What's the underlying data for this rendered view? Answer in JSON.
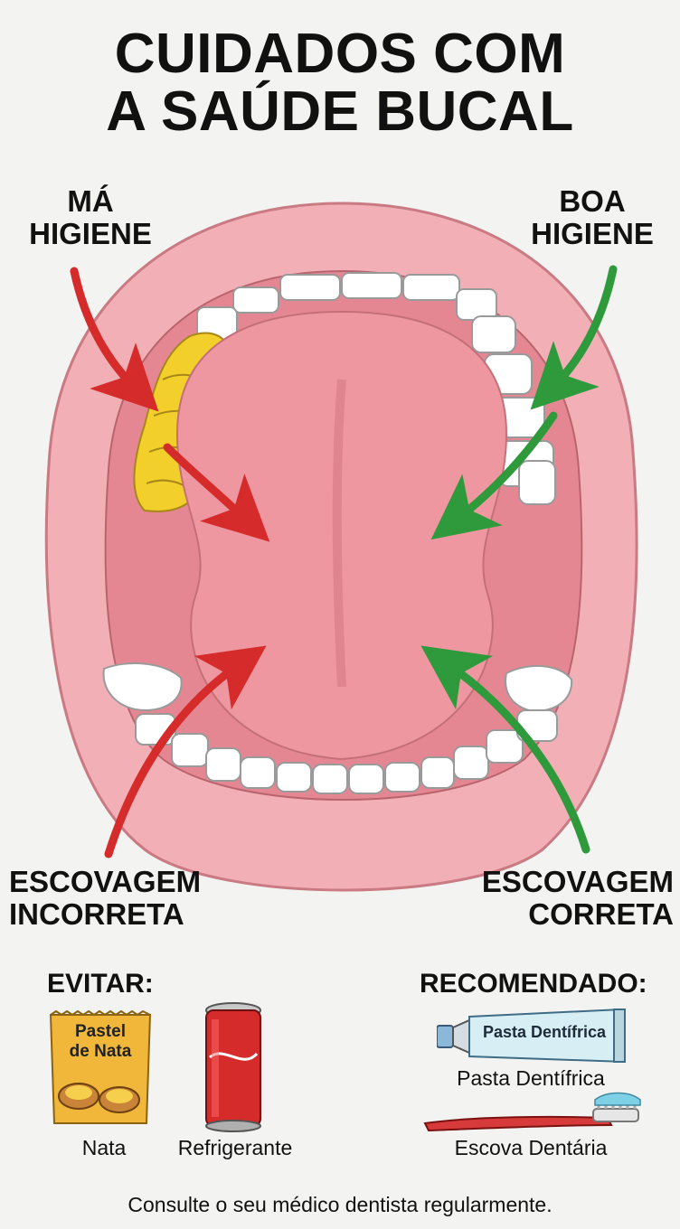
{
  "title": {
    "line1": "CUIDADOS COM",
    "line2": "A SAÚDE BUCAL"
  },
  "labels": {
    "bad_line1": "MÁ",
    "bad_line2": "HIGIENE",
    "good_line1": "BOA",
    "good_line2": "HIGIENE",
    "incorrect_line1": "ESCOVAGEM",
    "incorrect_line2": "INCORRETA",
    "correct_line1": "ESCOVAGEM",
    "correct_line2": "CORRETA"
  },
  "avoid": {
    "heading": "EVITAR:",
    "package_text_line1": "Pastel",
    "package_text_line2": "de Nata",
    "item1": "Nata",
    "item2": "Refrigerante"
  },
  "recommended": {
    "heading": "RECOMENDADO:",
    "tube_text": "Pasta Dentífrica",
    "item1": "Pasta Dentífrica",
    "item2": "Escova Dentária"
  },
  "footer": "Consulte o seu médico dentista regularmente.",
  "colors": {
    "bad_arrow": "#d62b2b",
    "good_arrow": "#2e9a3c",
    "plaque": "#f2cf2a",
    "gum": "#f2a6ad",
    "tongue": "#eb8e98"
  }
}
